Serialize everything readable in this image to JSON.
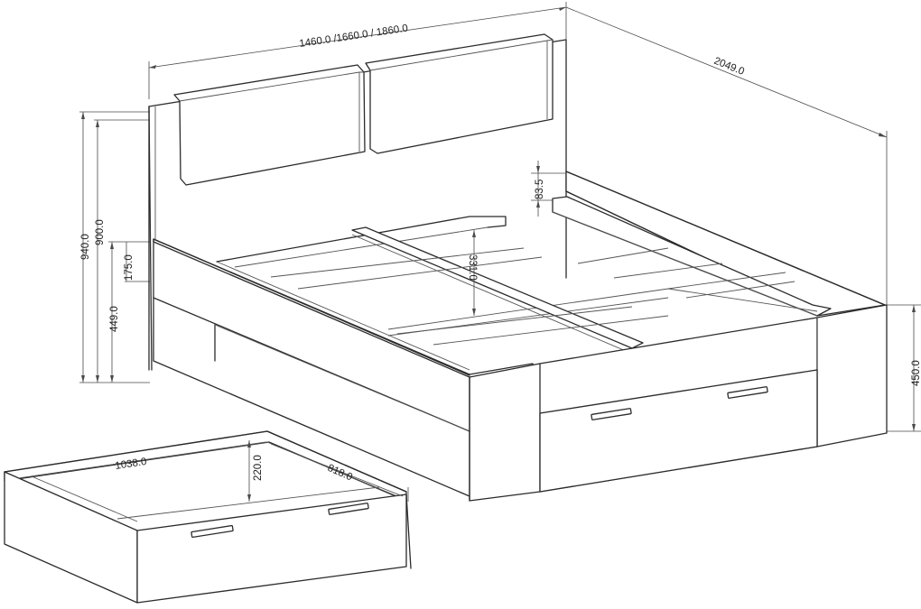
{
  "dimensions": {
    "width_variants": "1460.0 /1660.0 / 1860.0",
    "length": "2049.0",
    "total_height": "940.0",
    "headboard_height": "900.0",
    "side_rail_top": "175.0",
    "frame_height": "449.0",
    "footboard_height": "450.0",
    "slat_gap": "83.5",
    "slat_span": "331.0",
    "drawer_width": "1038.0",
    "drawer_depth": "818.0",
    "drawer_height": "220.0"
  },
  "colors": {
    "line": "#2b2b2b",
    "background": "#ffffff"
  }
}
